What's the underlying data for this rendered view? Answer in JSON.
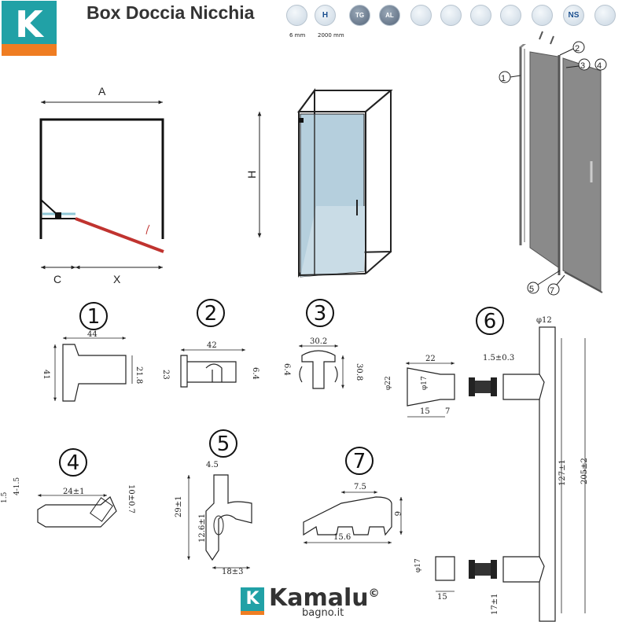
{
  "header": {
    "logo_letter": "K",
    "title": "Box Doccia Nicchia",
    "features": [
      {
        "icon": "thickness-icon",
        "label": ""
      },
      {
        "icon": "height-icon",
        "label": "H"
      },
      {
        "icon": "tempered-glass-icon",
        "label": "TG"
      },
      {
        "icon": "aluminium-icon",
        "label": "AL"
      },
      {
        "icon": "profile-icon",
        "label": ""
      },
      {
        "icon": "reversible-icon",
        "label": ""
      },
      {
        "icon": "handle-icon",
        "label": ""
      },
      {
        "icon": "easy-clean-icon",
        "label": ""
      },
      {
        "icon": "certified-icon",
        "label": ""
      },
      {
        "icon": "anti-limestone-icon",
        "label": "NS"
      },
      {
        "icon": "water-drop-icon",
        "label": ""
      }
    ],
    "spec_thickness": "6 mm",
    "spec_height": "2000 mm"
  },
  "diagram": {
    "plan": {
      "label_a": "A",
      "label_c": "C",
      "label_x": "X"
    },
    "view3d": {
      "label_h": "H"
    },
    "exploded_callouts": [
      "1",
      "2",
      "3",
      "4",
      "5",
      "7"
    ],
    "parts": [
      {
        "id": "1",
        "dims": [
          "44",
          "41",
          "21.8"
        ]
      },
      {
        "id": "2",
        "dims": [
          "42",
          "23",
          "6.4"
        ]
      },
      {
        "id": "3",
        "dims": [
          "30.2",
          "6.4",
          "30.8"
        ]
      },
      {
        "id": "4",
        "dims": [
          "24±1",
          "10±0.7",
          "4-1.5",
          "1.5"
        ]
      },
      {
        "id": "5",
        "dims": [
          "4.5",
          "29±1",
          "12.6±1",
          "18±3"
        ]
      },
      {
        "id": "6",
        "dims": [
          "φ12",
          "1.5±0.3",
          "22",
          "φ22",
          "φ17",
          "15",
          "7",
          "127±1",
          "205±2",
          "φ17",
          "15",
          "17±1"
        ]
      },
      {
        "id": "7",
        "dims": [
          "7.5",
          "6",
          "15.6"
        ]
      }
    ]
  },
  "footer": {
    "brand_letter": "K",
    "brand_name": "Kamalu",
    "brand_mark": "©",
    "brand_domain": "bagno.it"
  },
  "colors": {
    "teal": "#21a1a6",
    "orange": "#ef7d22",
    "glass": "#b5cfdd",
    "door_open": "#c0332f"
  }
}
